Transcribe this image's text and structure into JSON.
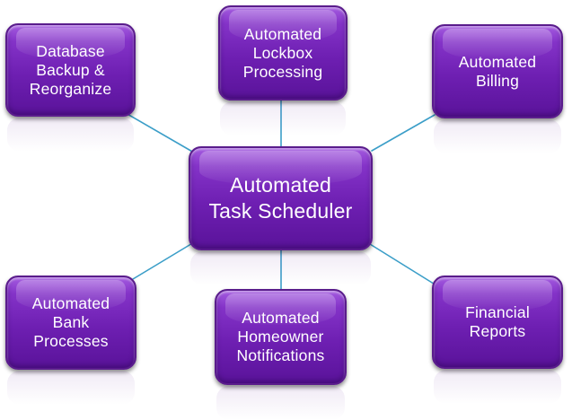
{
  "diagram": {
    "center": {
      "label": "Automated\nTask Scheduler"
    },
    "nodes": [
      {
        "key": "db",
        "label": "Database\nBackup &\nReorganize"
      },
      {
        "key": "lock",
        "label": "Automated\nLockbox\nProcessing"
      },
      {
        "key": "bill",
        "label": "Automated\nBilling"
      },
      {
        "key": "bank",
        "label": "Automated\nBank\nProcesses"
      },
      {
        "key": "home",
        "label": "Automated\nHomeowner\nNotifications"
      },
      {
        "key": "fin",
        "label": "Financial\nReports"
      }
    ]
  },
  "colors": {
    "box_fill_top": "#a45be0",
    "box_fill_bottom": "#5a139a",
    "box_border": "#5a1c8c",
    "text": "#ffffff",
    "connector": "#3b9ec8"
  }
}
